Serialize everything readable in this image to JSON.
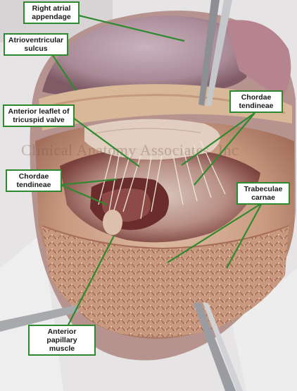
{
  "labels": {
    "right_atrial_appendage": "Right atrial\nappendage",
    "atrioventricular_sulcus": "Atrioventricular\nsulcus",
    "anterior_leaflet": "Anterior leaflet of\ntricuspid valve",
    "chordae_tendineae_right": "Chordae\ntendineae",
    "chordae_tendineae_left": "Chordae\ntendineae",
    "trabeculae_carnae": "Trabeculae\ncarnae",
    "anterior_papillary_muscle": "Anterior papillary\nmuscle"
  },
  "watermark": "Clinical Anatomy Associates, Inc",
  "colors": {
    "label_border": "#2e8a2e",
    "pointer_line": "#2e8a2e",
    "background_white": "#e9e7e8",
    "tissue": "#c89a82",
    "tissue_dark": "#8a4f43",
    "atrium": "#b59aa6"
  }
}
